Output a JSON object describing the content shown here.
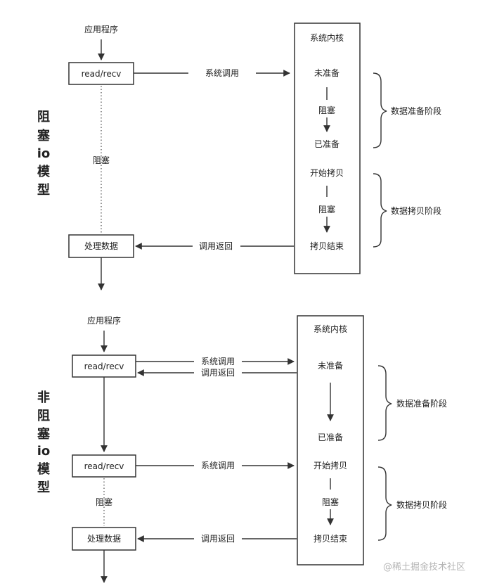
{
  "blocking": {
    "title_chars": [
      "阻",
      "塞",
      "io",
      "模",
      "型"
    ],
    "app": "应用程序",
    "read_box": "read/recv",
    "process_box": "处理数据",
    "block_label": "阻塞",
    "syscall": "系统调用",
    "call_return": "调用返回",
    "kernel": {
      "title": "系统内核",
      "not_ready": "未准备",
      "block_1": "阻塞",
      "ready": "已准备",
      "copy_start": "开始拷贝",
      "block_2": "阻塞",
      "copy_end": "拷贝结束"
    },
    "phase_prepare": "数据准备阶段",
    "phase_copy": "数据拷贝阶段"
  },
  "nonblocking": {
    "title_chars": [
      "非",
      "阻",
      "塞",
      "io",
      "模",
      "型"
    ],
    "app": "应用程序",
    "read_box_1": "read/recv",
    "read_box_2": "read/recv",
    "process_box": "处理数据",
    "block_label": "阻塞",
    "syscall_1": "系统调用",
    "return_1": "调用返回",
    "syscall_2": "系统调用",
    "call_return": "调用返回",
    "kernel": {
      "title": "系统内核",
      "not_ready": "未准备",
      "ready": "已准备",
      "copy_start": "开始拷贝",
      "block": "阻塞",
      "copy_end": "拷贝结束"
    },
    "phase_prepare": "数据准备阶段",
    "phase_copy": "数据拷贝阶段"
  },
  "watermark": "@稀土掘金技术社区"
}
